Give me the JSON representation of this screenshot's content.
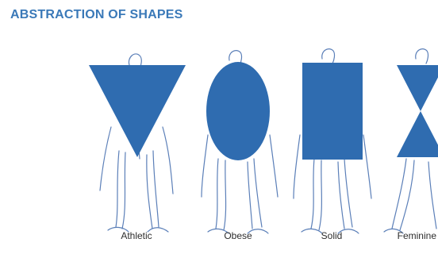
{
  "header": {
    "title": "ABSTRACTION OF SHAPES"
  },
  "colors": {
    "shape_fill": "#2f6cb0",
    "sketch_stroke": "#5b7fb8",
    "title": "#3a79b8"
  },
  "figures": [
    {
      "label": "Athletic",
      "shape": "inverted-triangle"
    },
    {
      "label": "Obese",
      "shape": "ellipse"
    },
    {
      "label": "Solid",
      "shape": "rectangle"
    },
    {
      "label": "Feminine",
      "shape": "hourglass"
    }
  ]
}
